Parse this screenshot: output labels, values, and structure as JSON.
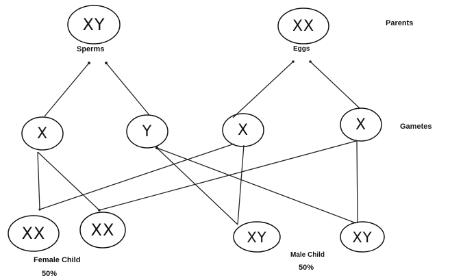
{
  "labels": {
    "parents": "Parents",
    "sperms": "Sperms",
    "eggs": "Eggs",
    "gametes": "Gametes",
    "female_child": "Female Child",
    "female_pct": "50%",
    "male_child": "Male Child",
    "male_pct": "50%"
  },
  "nodes": {
    "father": "XY",
    "mother": "XX",
    "sperm_x": "X",
    "sperm_y": "Y",
    "egg_x1": "X",
    "egg_x2": "X",
    "child_1": "XX",
    "child_2": "XX",
    "child_3": "XY",
    "child_4": "XY"
  }
}
